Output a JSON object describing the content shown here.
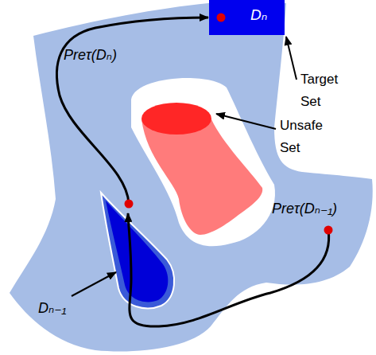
{
  "diagram": {
    "nodes": [
      {
        "text": [
          "Dₙ"
        ]
      }
    ],
    "labels": [
      "Preτ(Dₙ)",
      "Target Set",
      "Unsafe Set",
      "Preτ(Dₙ₋₁)",
      "Dₙ₋₁"
    ]
  }
}
